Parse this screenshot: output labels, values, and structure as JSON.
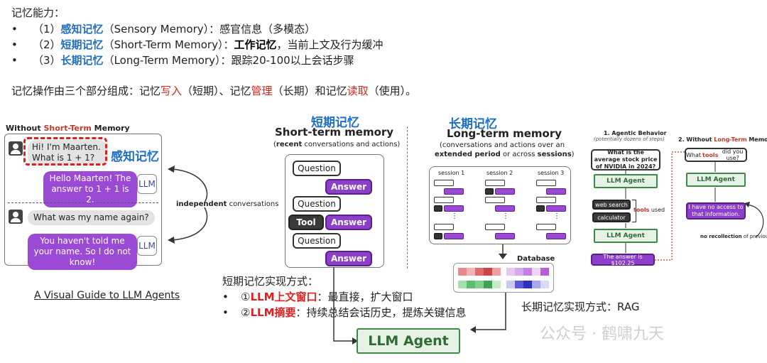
{
  "intro": {
    "heading": "记忆能力：",
    "items": [
      {
        "num": "（1）",
        "term": "感知记忆",
        "desc": "（Sensory Memory）：感官信息（多模态）"
      },
      {
        "num": "（2）",
        "term": "短期记忆",
        "desc": "（Short-Term Memory）：",
        "emph": "工作记忆",
        "rest": "，当前上文及行为缓冲"
      },
      {
        "num": "（3）",
        "term": "长期记忆",
        "desc": "（Long-Term Memory）：跟踪20-100以上会话步骤"
      }
    ],
    "ops": {
      "a": "记忆操作由三个部分组成：记忆",
      "w": "写入",
      "b": "（短期）、记忆",
      "m": "管理",
      "c": "（长期）和记忆",
      "r": "读取",
      "d": "（使用）。"
    }
  },
  "chat": {
    "title_pre": "Without ",
    "title_red": "Short-Term",
    "title_post": " Memory",
    "user1": "Hi! I'm Maarten. What is 1 + 1?",
    "bot1": "Hello Maarten! The answer to 1 + 1 is 2.",
    "user2": "What was my name again?",
    "bot2": "You haven't told me your name. So I do not know!",
    "llm": "LLM",
    "sensory_label": "感知记忆",
    "independent_bold": "independent",
    "independent_rest": " conversations",
    "guide": "A Visual Guide to LLM Agents"
  },
  "short": {
    "cn": "短期记忆",
    "title": "Short-term memory",
    "sub_bold": "recent",
    "sub_rest": " conversations and actions)",
    "sub_open": "(",
    "question": "Question",
    "answer": "Answer",
    "tool": "Tool",
    "impl_title": "短期记忆实现方式：",
    "impl1_num": "①",
    "impl1_red": "LLM上文窗口",
    "impl1_rest": "：最直接，扩大窗口",
    "impl2_num": "②",
    "impl2_red": "LLM摘要",
    "impl2_rest": "：持续总结会话历史，提炼关键信息"
  },
  "long": {
    "cn": "长期记忆",
    "title": "Long-term memory",
    "sub1": "(conversations and actions over an",
    "sub2_bold1": "extended period",
    "sub2_mid": " or across ",
    "sub2_bold2": "sessions",
    "sub2_end": ")",
    "sessions": [
      "session 1",
      "session 2",
      "session 3"
    ],
    "database": "Database",
    "impl": "长期记忆实现方式：RAG"
  },
  "agent": {
    "label": "LLM Agent"
  },
  "agentic": {
    "title1": "1. Agentic Behavior",
    "title1_sub": "(potentially dozens of steps)",
    "question": "What is the average stock price of NVIDIA in 2024?",
    "llm": "LLM Agent",
    "tool1": "web search",
    "tool2": "calculator",
    "tools_red": "tools",
    "tools_rest": " used",
    "answer": "The answer is $102.25",
    "title2_pre": "2. Without ",
    "title2_red": "Long-Term",
    "title2_post": " Memory",
    "q2_pre": "What ",
    "q2_red": "tools",
    "q2_post": " did you use?",
    "ans2": "I have no access to that information.",
    "norec_bold": "no recollection",
    "norec_rest": " of previous steps"
  },
  "watermark": "公众号 · 鹤啸九天"
}
